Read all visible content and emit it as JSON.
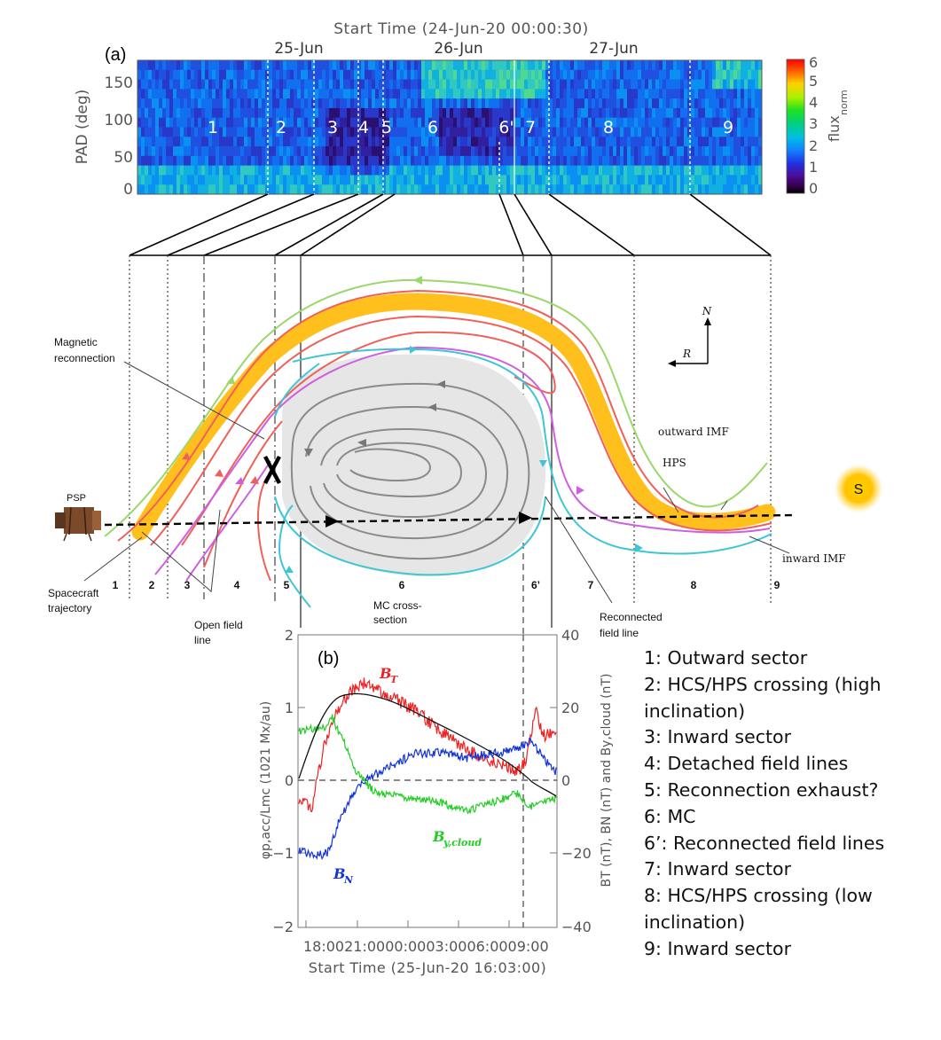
{
  "panel_a": {
    "label": "(a)",
    "title": "Start Time (24-Jun-20 00:00:30)",
    "date_ticks": [
      "25-Jun",
      "26-Jun",
      "27-Jun"
    ],
    "ylabel": "PAD (deg)",
    "yticks": [
      "0",
      "50",
      "100",
      "150"
    ],
    "colorbar_label": "flux",
    "colorbar_sub": "norm",
    "colorbar_ticks": [
      "0",
      "1",
      "2",
      "3",
      "4",
      "5",
      "6"
    ],
    "region_labels": [
      "1",
      "2",
      "3",
      "4",
      "5",
      "6",
      "6'",
      "7",
      "8",
      "9"
    ]
  },
  "schematic": {
    "spacecraft": "PSP",
    "sun": "S",
    "north": "N",
    "radial": "R",
    "region_numbers": [
      "1",
      "2",
      "3",
      "4",
      "5",
      "6",
      "6’",
      "7",
      "8",
      "9"
    ],
    "annotations": {
      "magnetic_reconnection": [
        "Magnetic",
        "reconnection"
      ],
      "spacecraft_trajectory": [
        "Spacecraft",
        "trajectory"
      ],
      "open_field_line": [
        "Open field",
        "line"
      ],
      "mc_cross_section": [
        "MC cross-",
        "section"
      ],
      "reconnected_field_line": [
        "Reconnected",
        "field line"
      ],
      "outward_imf": "outward IMF",
      "hps": "HPS",
      "inward_imf": "inward IMF"
    }
  },
  "panel_b": {
    "label": "(b)",
    "left_yticks": [
      "−2",
      "−1",
      "0",
      "1",
      "2"
    ],
    "right_yticks": [
      "−40",
      "−20",
      "0",
      "20",
      "40"
    ],
    "xticks_text": "18:0021:0000:0003:0006:0009:00",
    "xtitle": "Start Time (25-Jun-20 16:03:00)",
    "left_ylabel": "φp,acc/Lmc (1021 Mx/au)",
    "right_ylabel": "BT (nT), BN (nT) and By,cloud (nT)",
    "series_labels": {
      "bt": "B",
      "bt_sub": "T",
      "bn": "B",
      "bn_sub": "N",
      "by": "B",
      "by_sub": "y,cloud"
    },
    "colors": {
      "bt": "#ee2222",
      "bn": "#1133dd",
      "by": "#22cc22",
      "flux": "#111111"
    }
  },
  "legend": [
    "1: Outward sector",
    "2: HCS/HPS crossing (high",
    "inclination)",
    "3: Inward sector",
    "4: Detached field lines",
    "5: Reconnection exhaust?",
    "6: MC",
    "6’: Reconnected field lines",
    "7: Inward sector",
    "8: HCS/HPS crossing (low",
    "inclination)",
    "9: Inward sector"
  ]
}
